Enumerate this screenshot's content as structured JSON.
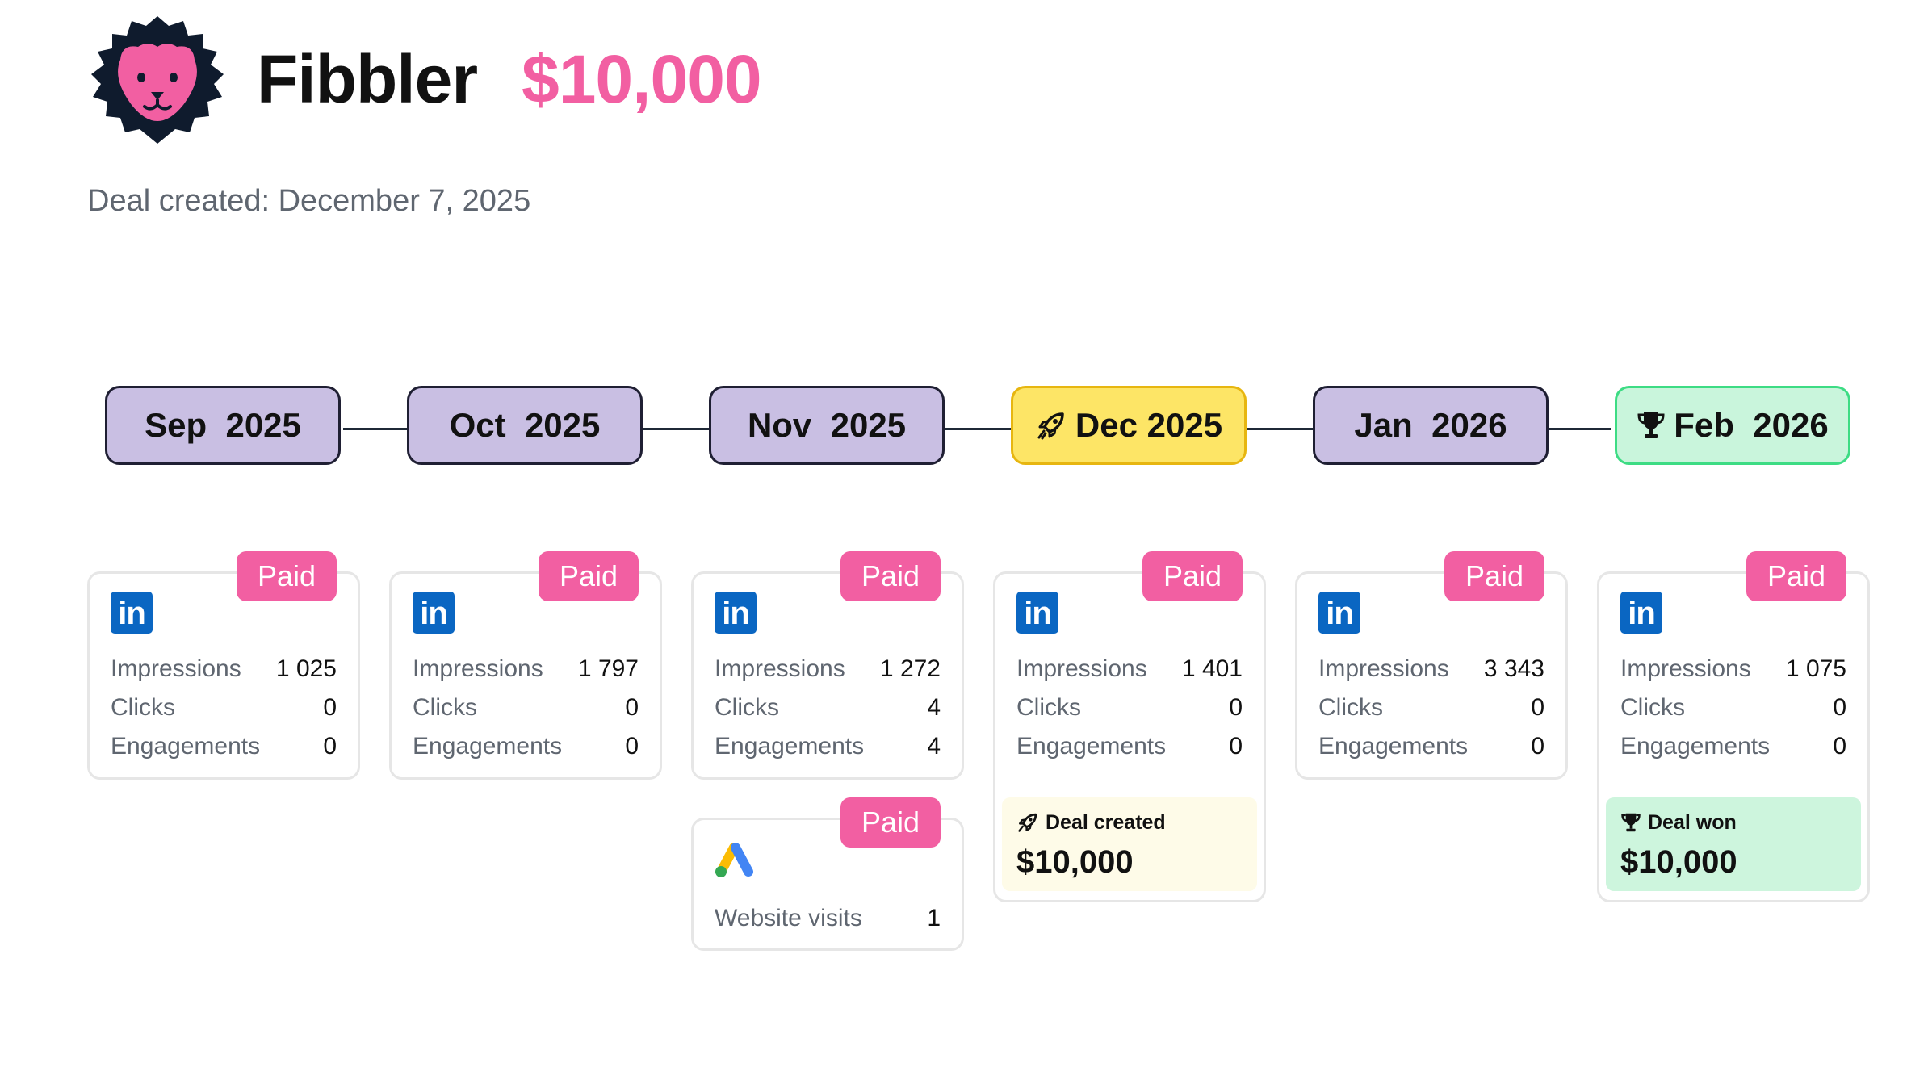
{
  "header": {
    "company": "Fibbler",
    "deal_amount": "$10,000",
    "deal_created": "Deal created: December 7, 2025"
  },
  "colors": {
    "accent_pink": "#f25fa2",
    "month_default": "#c9bfe3",
    "month_created": "#fde566",
    "month_won": "#c9f5dc",
    "linkedin_blue": "#0a66c2"
  },
  "timeline": [
    {
      "label": "Sep  2025",
      "state": "default"
    },
    {
      "label": "Oct  2025",
      "state": "default"
    },
    {
      "label": "Nov  2025",
      "state": "default"
    },
    {
      "label": "Dec 2025",
      "state": "created",
      "icon": "rocket-icon"
    },
    {
      "label": "Jan  2026",
      "state": "default"
    },
    {
      "label": "Feb  2026",
      "state": "won",
      "icon": "trophy-icon"
    }
  ],
  "cards": {
    "sep": {
      "badge": "Paid",
      "channel": "linkedin-icon",
      "impressions_label": "Impressions",
      "impressions": "1 025",
      "clicks_label": "Clicks",
      "clicks": "0",
      "engagements_label": "Engagements",
      "engagements": "0"
    },
    "oct": {
      "badge": "Paid",
      "channel": "linkedin-icon",
      "impressions_label": "Impressions",
      "impressions": "1 797",
      "clicks_label": "Clicks",
      "clicks": "0",
      "engagements_label": "Engagements",
      "engagements": "0"
    },
    "nov": {
      "badge": "Paid",
      "channel": "linkedin-icon",
      "impressions_label": "Impressions",
      "impressions": "1 272",
      "clicks_label": "Clicks",
      "clicks": "4",
      "engagements_label": "Engagements",
      "engagements": "4"
    },
    "nov_ads": {
      "badge": "Paid",
      "channel": "google-ads-icon",
      "visits_label": "Website visits",
      "visits": "1"
    },
    "dec": {
      "badge": "Paid",
      "channel": "linkedin-icon",
      "impressions_label": "Impressions",
      "impressions": "1 401",
      "clicks_label": "Clicks",
      "clicks": "0",
      "engagements_label": "Engagements",
      "engagements": "0",
      "event": {
        "icon": "rocket-icon",
        "title": "Deal created",
        "amount": "$10,000"
      }
    },
    "jan": {
      "badge": "Paid",
      "channel": "linkedin-icon",
      "impressions_label": "Impressions",
      "impressions": "3 343",
      "clicks_label": "Clicks",
      "clicks": "0",
      "engagements_label": "Engagements",
      "engagements": "0"
    },
    "feb": {
      "badge": "Paid",
      "channel": "linkedin-icon",
      "impressions_label": "Impressions",
      "impressions": "1 075",
      "clicks_label": "Clicks",
      "clicks": "0",
      "engagements_label": "Engagements",
      "engagements": "0",
      "event": {
        "icon": "trophy-icon",
        "title": "Deal won",
        "amount": "$10,000"
      }
    }
  }
}
